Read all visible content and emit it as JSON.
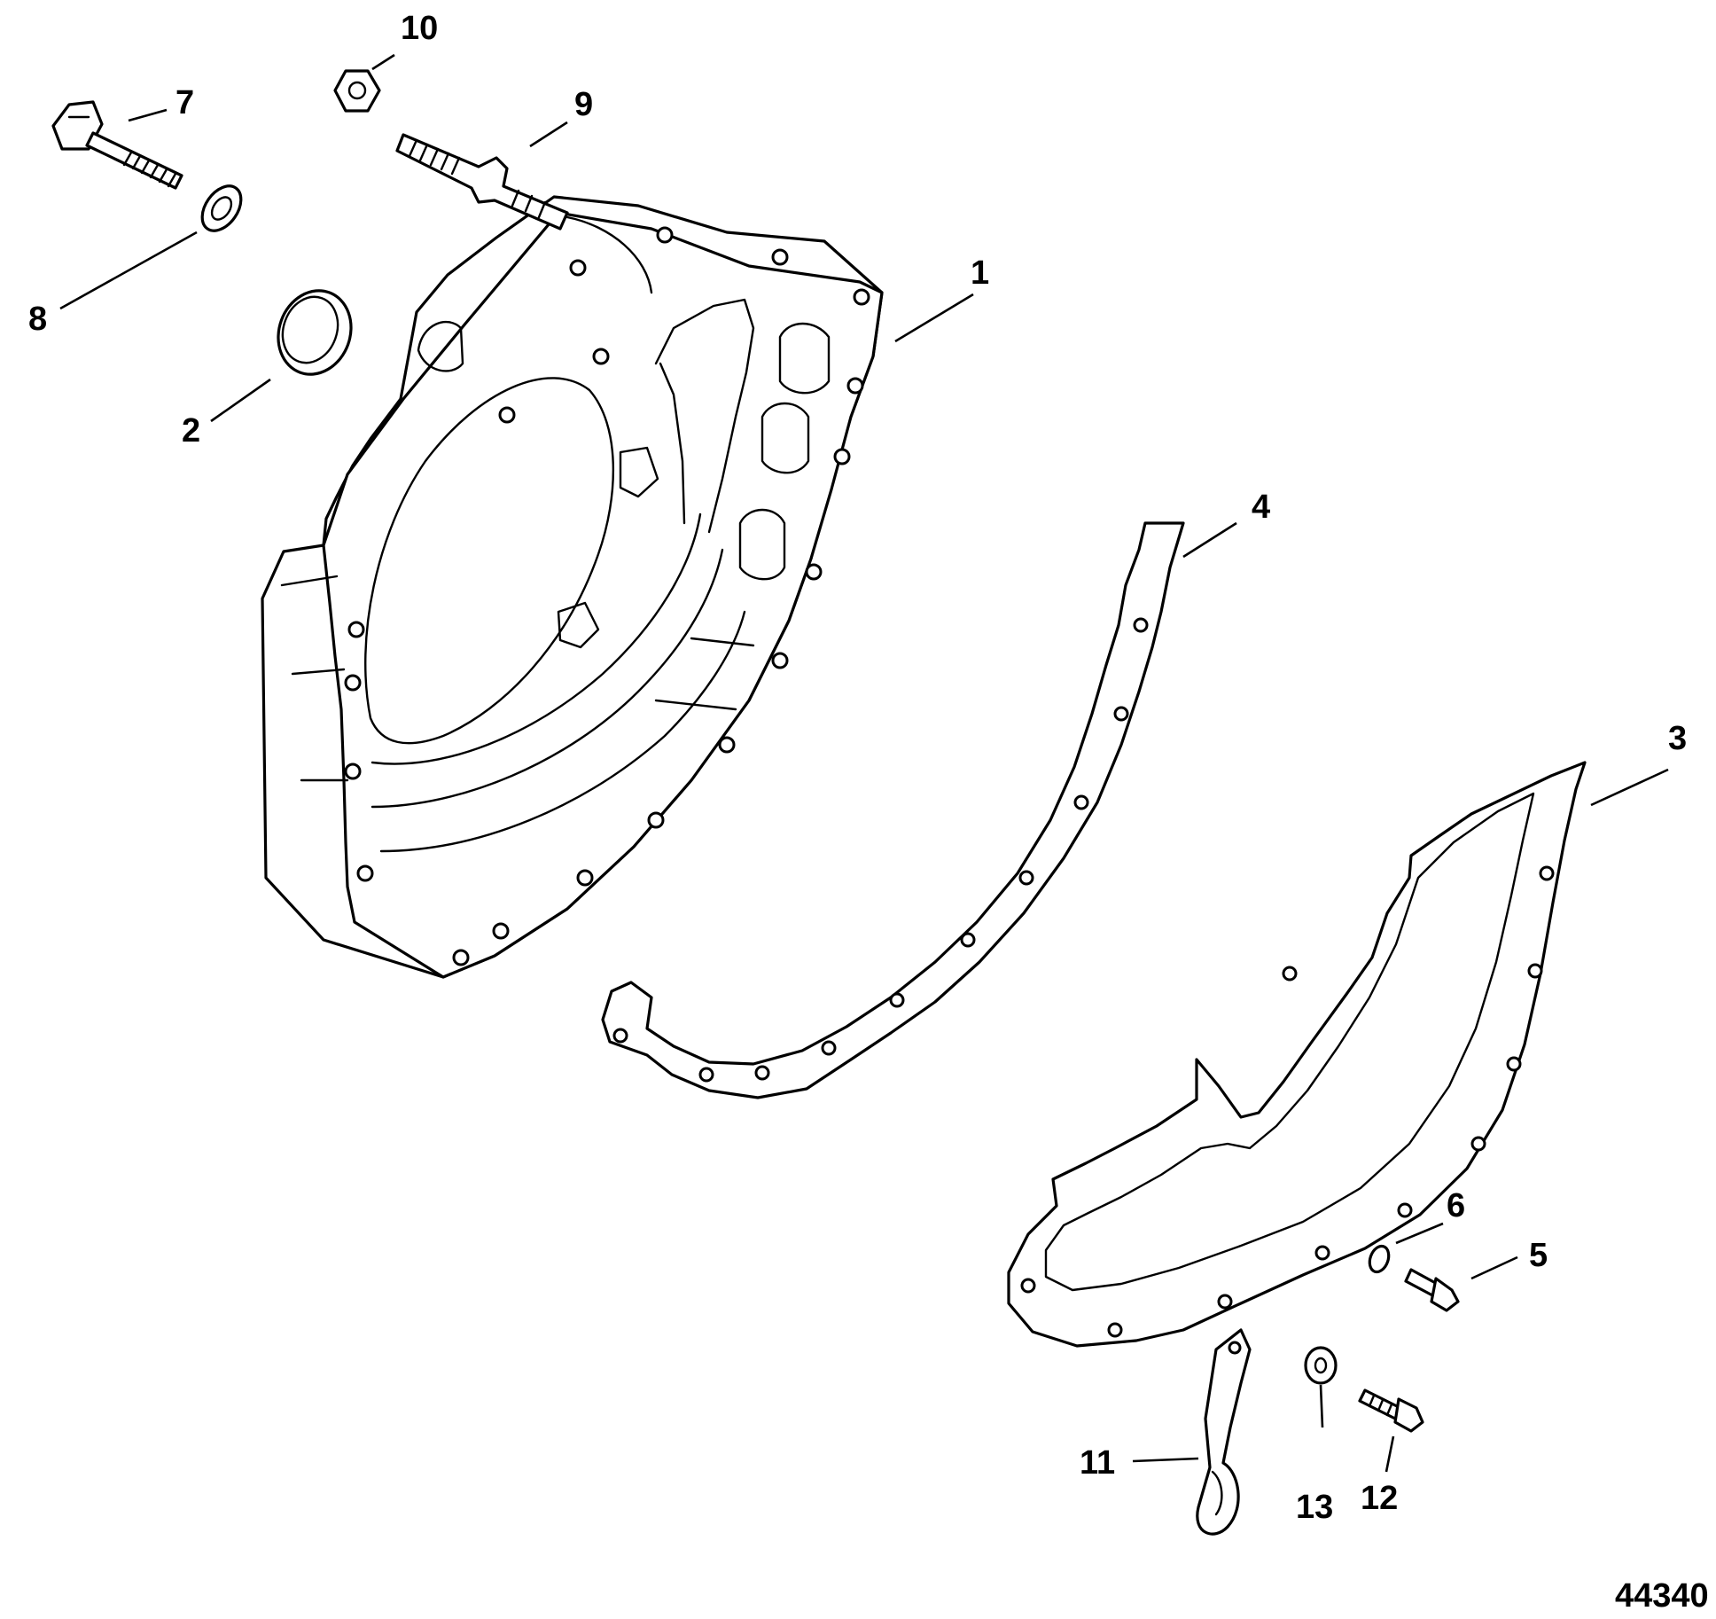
{
  "figure_id": "44340",
  "parts": [
    {
      "label": "1"
    },
    {
      "label": "2"
    },
    {
      "label": "3"
    },
    {
      "label": "4"
    },
    {
      "label": "5"
    },
    {
      "label": "6"
    },
    {
      "label": "7"
    },
    {
      "label": "8"
    },
    {
      "label": "9"
    },
    {
      "label": "10"
    },
    {
      "label": "11"
    },
    {
      "label": "12"
    },
    {
      "label": "13"
    }
  ]
}
